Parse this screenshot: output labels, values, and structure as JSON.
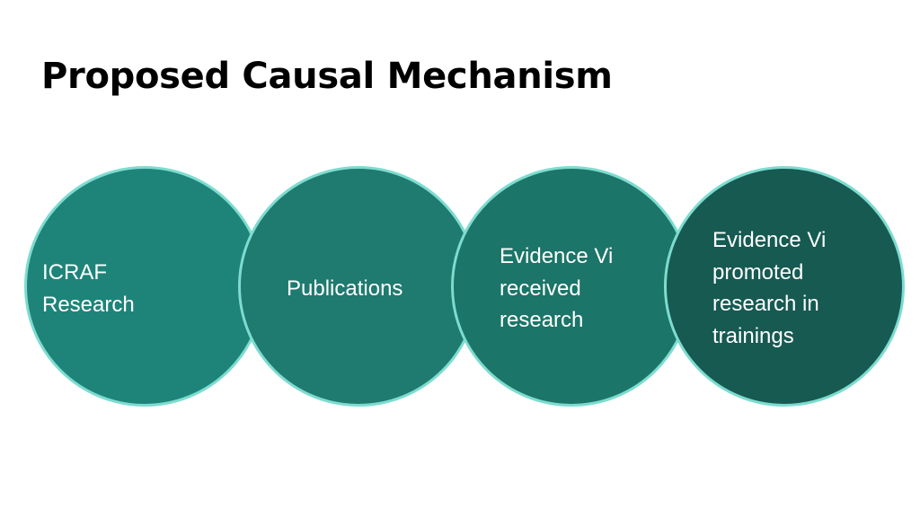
{
  "title": "Proposed Causal Mechanism",
  "colors": {
    "circle_border": "#7ddccf",
    "circle_1": "#1e847a",
    "circle_2": "#1f7a6f",
    "circle_3": "#1b7568",
    "circle_4": "#165a52",
    "text": "#ffffff"
  },
  "steps": [
    {
      "lines": [
        "ICRAF",
        "Research"
      ]
    },
    {
      "lines": [
        "Publications"
      ]
    },
    {
      "lines": [
        "Evidence Vi",
        "received",
        "research"
      ]
    },
    {
      "lines": [
        "Evidence Vi",
        "promoted",
        "research in",
        "trainings"
      ]
    }
  ]
}
